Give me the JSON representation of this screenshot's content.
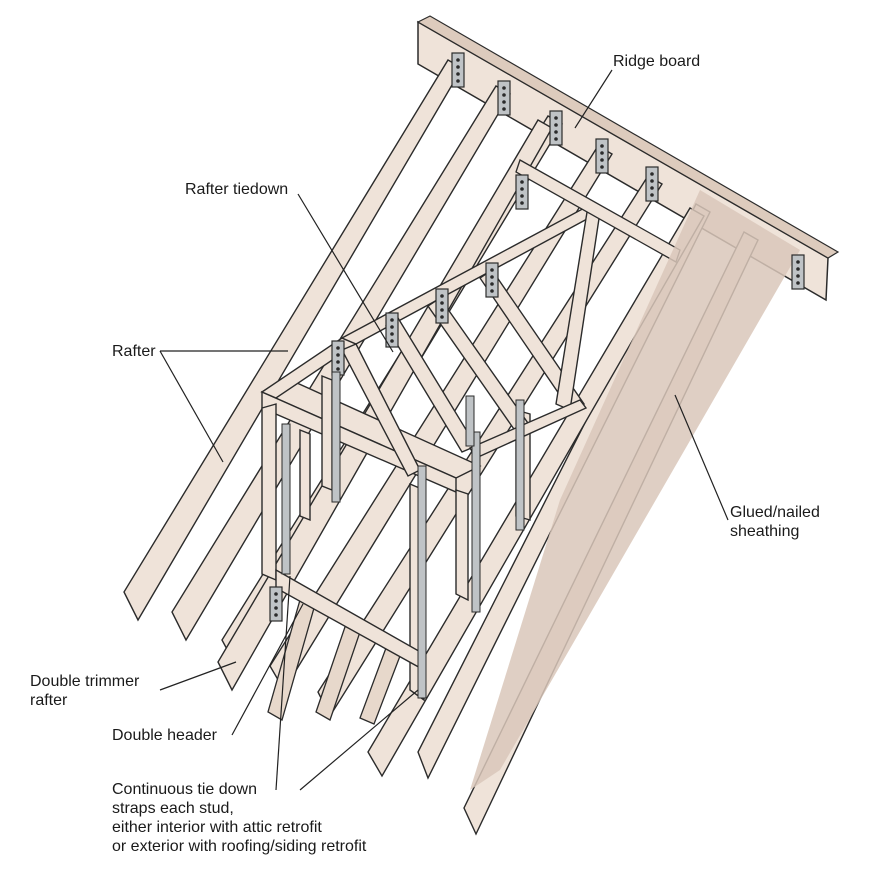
{
  "diagram": {
    "colors": {
      "wood": "#efe3d9",
      "wood_dark": "#ddcbbd",
      "outline": "#2b2b2b",
      "metal": "#bfc3c6",
      "sheathing": "#d9c7ba",
      "leader": "#222222"
    },
    "labels": {
      "ridge_board": "Ridge board",
      "rafter_tiedown": "Rafter tiedown",
      "rafter": "Rafter",
      "glued_sheathing": [
        "Glued/nailed",
        "sheathing"
      ],
      "double_trimmer": [
        "Double trimmer",
        "rafter"
      ],
      "double_header": "Double header",
      "tie_down_straps": [
        "Continuous tie down",
        "straps each stud,",
        "either interior with attic retrofit",
        "or exterior with roofing/siding retrofit"
      ]
    }
  }
}
